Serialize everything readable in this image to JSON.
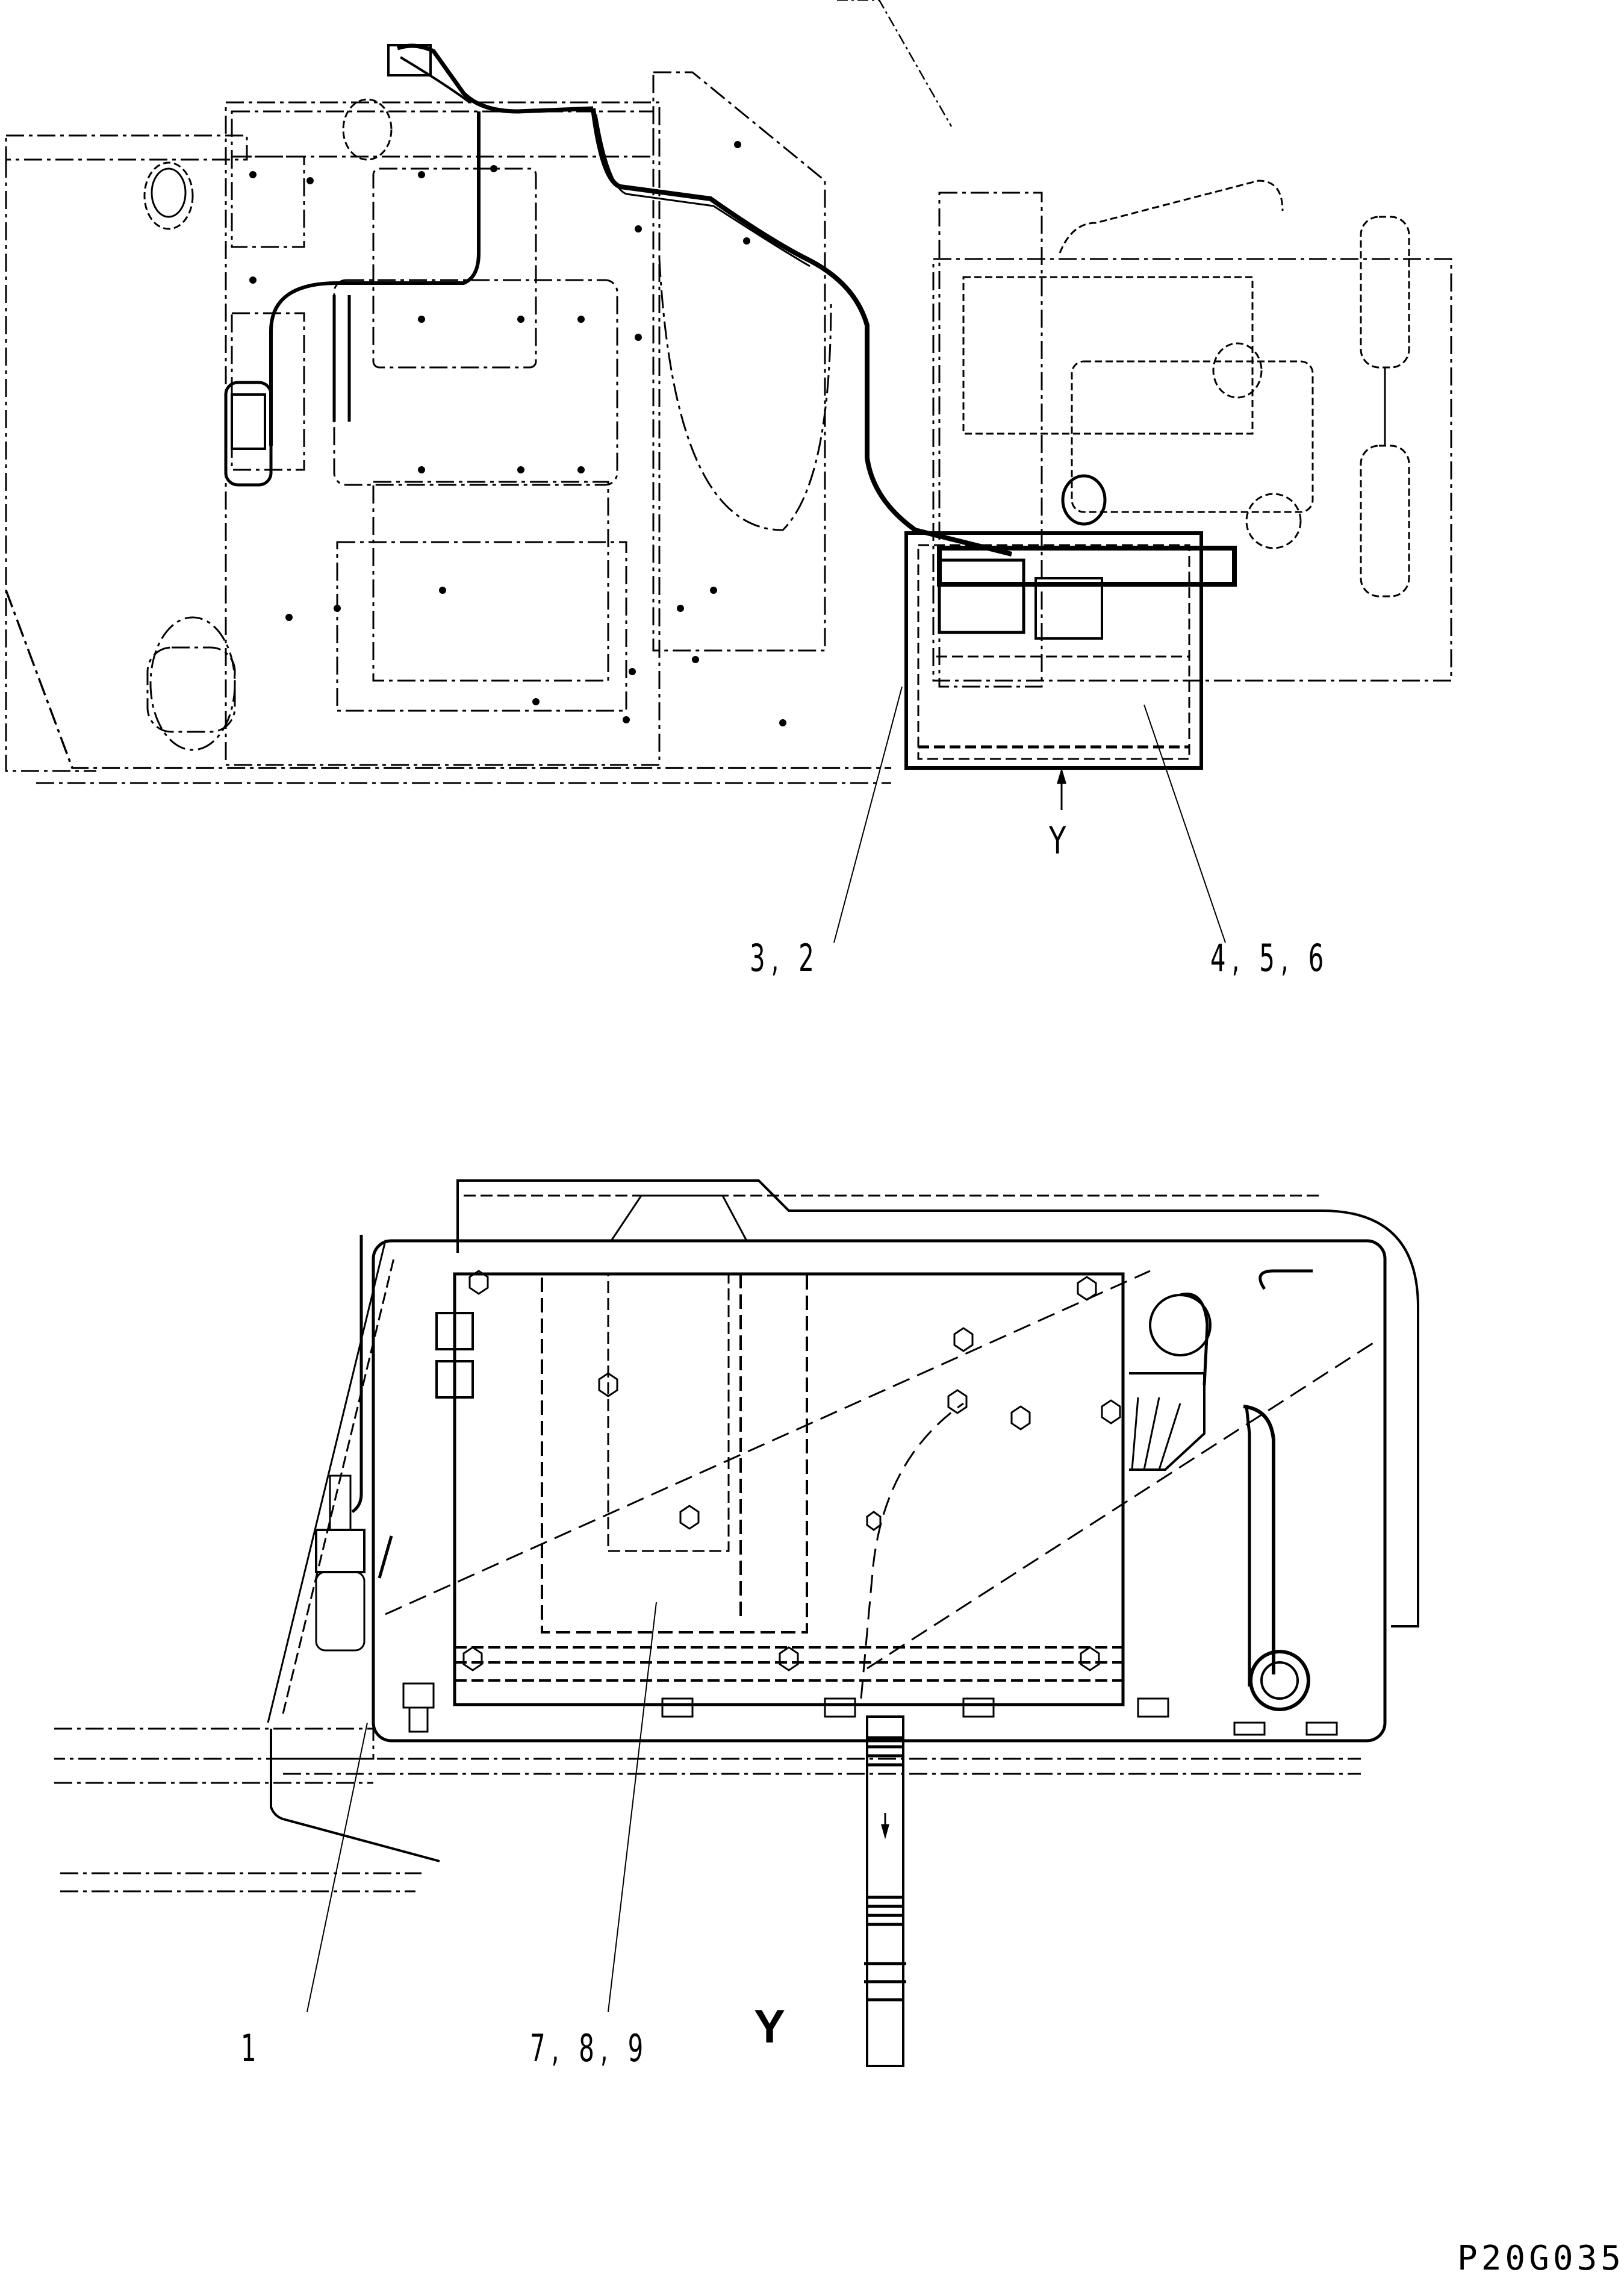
{
  "drawing": {
    "type": "exploded parts / wiring harness diagram",
    "upper_view": {
      "description": "Top view of machine revolving frame with wiring harness routing, engine, fan and battery box",
      "view_arrow_label": "Y",
      "callouts": [
        {
          "id": "callout-3-2",
          "text": "3, 2"
        },
        {
          "id": "callout-4-5-6",
          "text": "4, 5, 6"
        }
      ]
    },
    "lower_view": {
      "description": "View Y: battery box side view with harness, bolts, hose and drain pipe",
      "view_title": "Y",
      "callouts": [
        {
          "id": "callout-1",
          "text": "1"
        },
        {
          "id": "callout-7-8-9",
          "text": "7, 8, 9"
        }
      ]
    },
    "drawing_code": "P20G035",
    "line_color": "#000000",
    "background_color": "#ffffff"
  }
}
